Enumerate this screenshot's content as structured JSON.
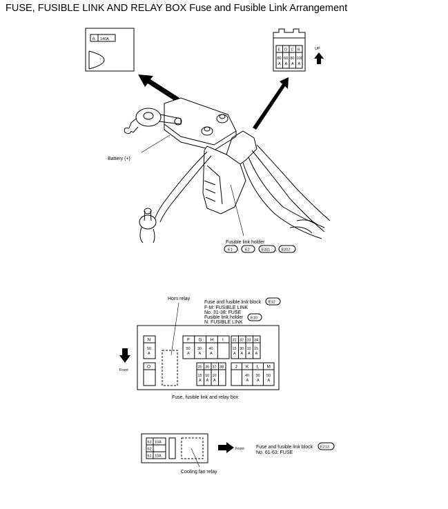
{
  "title": "FUSE, FUSIBLE LINK AND RELAY BOX Fuse and Fusible Link Arrangement",
  "battery_diagram": {
    "left_detail": {
      "letter": "A",
      "rating": "140A"
    },
    "right_detail": {
      "letters": [
        "E",
        "D",
        "C",
        "B"
      ],
      "ratings": [
        "80",
        "60",
        "80",
        "100"
      ],
      "unit": "A"
    },
    "up_label": "UP",
    "battery_label": "Battery (+)",
    "holder_label": "Fusible link holder",
    "connectors": [
      "E1",
      "E2",
      "E201",
      "E202"
    ],
    "sep": ","
  },
  "relay_box": {
    "horn_relay_label": "Horn relay",
    "block_label": "Fuse and fusible link block",
    "block_connector": "E12",
    "fm_label": "F-M: FUSIBLE LINK",
    "fuse_range_label": "No. 31-38: FUSE",
    "holder_label": "Fusible link holder",
    "holder_connector": "E10",
    "n_label": "N: FUSIBLE LINK",
    "front_label": "Front",
    "box_label": "Fuse, fusible link and relay box",
    "N": {
      "letter": "N",
      "rating": "50",
      "unit": "A"
    },
    "O": {
      "letter": "O"
    },
    "top_row": [
      {
        "letter": "F",
        "rating": "50",
        "unit": "A"
      },
      {
        "letter": "G",
        "rating": "30",
        "unit": "A"
      },
      {
        "letter": "H",
        "rating": "40",
        "unit": "A"
      },
      {
        "letter": "I",
        "rating": "",
        "unit": ""
      }
    ],
    "top_fuses": [
      {
        "num": "31",
        "rating": "15",
        "unit": "A"
      },
      {
        "num": "32",
        "rating": "30",
        "unit": "A"
      },
      {
        "num": "33",
        "rating": "10",
        "unit": "A"
      },
      {
        "num": "34",
        "rating": "15",
        "unit": "A"
      }
    ],
    "mid_fuses": [
      {
        "num": "35",
        "rating": "15",
        "unit": "A"
      },
      {
        "num": "36",
        "rating": "10",
        "unit": "A"
      },
      {
        "num": "37",
        "rating": "10",
        "unit": "A"
      },
      {
        "num": "38",
        "rating": "",
        "unit": ""
      }
    ],
    "bottom_links": [
      {
        "letter": "J",
        "rating": "",
        "unit": ""
      },
      {
        "letter": "K",
        "rating": "40",
        "unit": "A"
      },
      {
        "letter": "L",
        "rating": "30",
        "unit": "A"
      },
      {
        "letter": "M",
        "rating": "50",
        "unit": "A"
      }
    ]
  },
  "cooling_block": {
    "fuses": [
      {
        "num": "63",
        "rating": "10A"
      },
      {
        "num": "62",
        "rating": ""
      },
      {
        "num": "61",
        "rating": "10A"
      }
    ],
    "relay_label": "Cooling fan relay",
    "front_label": "Front",
    "block_label": "Fuse and fusible link block",
    "block_connector": "E213",
    "fuse_range_label": "No. 61-63: FUSE"
  }
}
